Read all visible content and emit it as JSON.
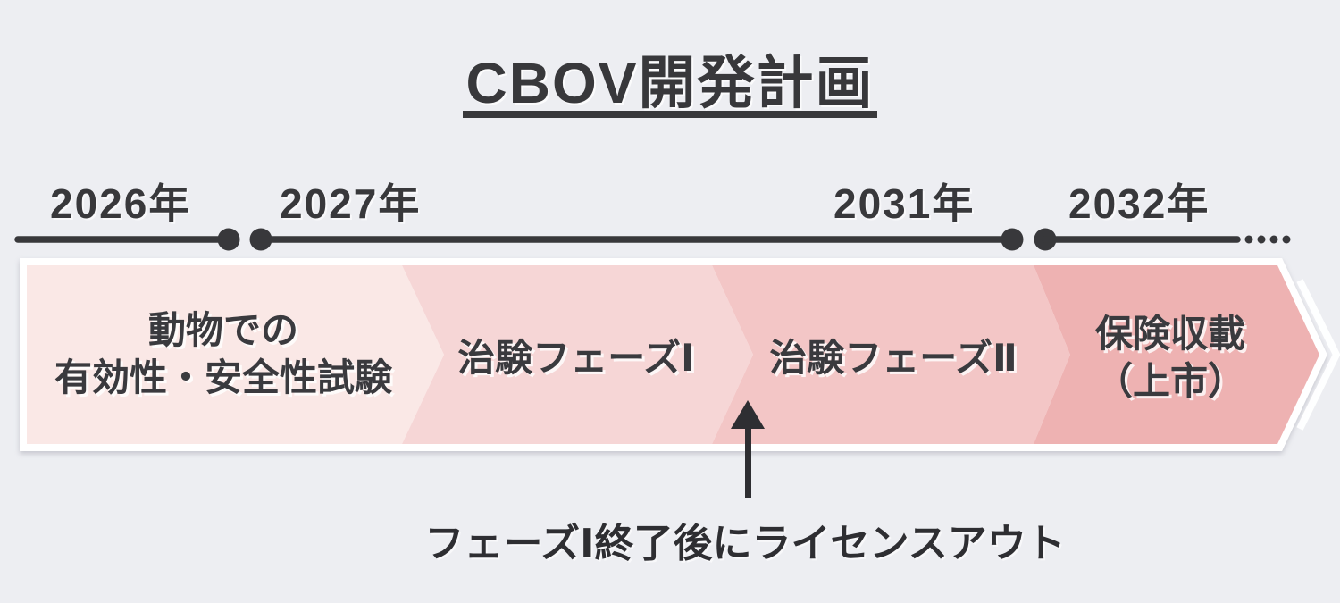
{
  "title": {
    "text": "CBOV開発計画"
  },
  "timeline": {
    "line_color": "#38383b",
    "years": [
      {
        "label": "2026年"
      },
      {
        "label": "2027年"
      },
      {
        "label": "2031年"
      },
      {
        "label": "2032年"
      }
    ],
    "continuation": "dotted-line"
  },
  "phases": [
    {
      "label_line1": "動物での",
      "label_line2": "有効性・安全性試験",
      "color": "#fae8e6"
    },
    {
      "label_line1": "治験フェーズⅠ",
      "label_line2": "",
      "color": "#f6d6d6"
    },
    {
      "label_line1": "治験フェーズⅡ",
      "label_line2": "",
      "color": "#f3c6c6"
    },
    {
      "label_line1": "保険収載",
      "label_line2": "（上市）",
      "color": "#eeb2b2"
    }
  ],
  "annotation": {
    "text": "フェーズⅠ終了後にライセンスアウト"
  },
  "colors": {
    "background": "#edeef2",
    "text_dark": "#38383b",
    "band_border": "#ffffff",
    "arrow": "#2e2e32"
  }
}
